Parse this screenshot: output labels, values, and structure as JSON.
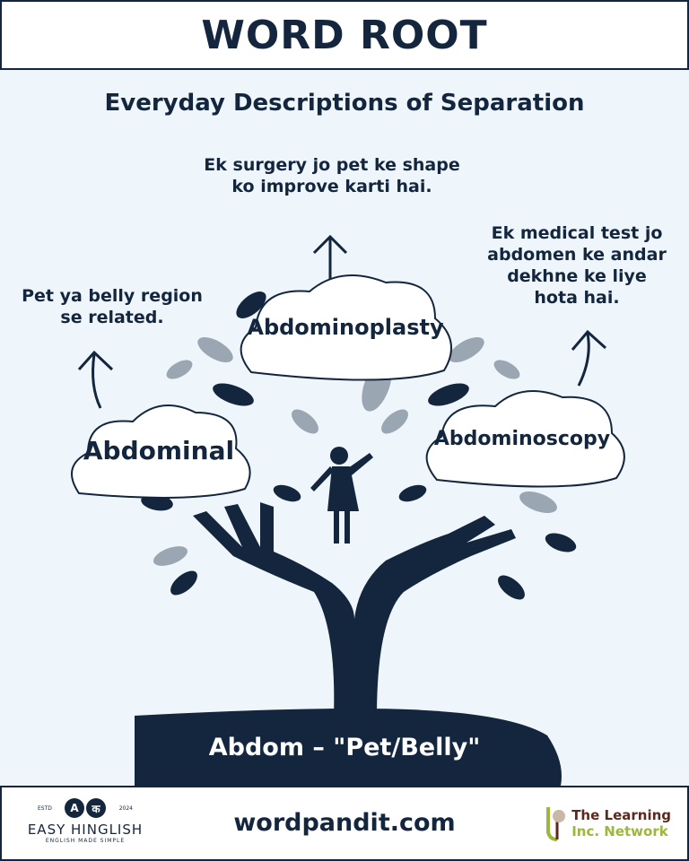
{
  "header": {
    "title": "WORD ROOT"
  },
  "subtitle": "Everyday Descriptions of Separation",
  "words": [
    {
      "word": "Abdominal",
      "meaning_lines": [
        "Pet ya belly region",
        "se related."
      ]
    },
    {
      "word": "Abdominoplasty",
      "meaning_lines": [
        "Ek surgery jo pet ke shape",
        "ko improve karti hai."
      ]
    },
    {
      "word": "Abdominoscopy",
      "meaning_lines": [
        "Ek medical test jo",
        "abdomen ke andar",
        "dekhne ke liye",
        "hota hai."
      ]
    }
  ],
  "root": "Abdom – \"Pet/Belly\"",
  "footer": {
    "left_logo": {
      "estd": "ESTD",
      "year": "2024",
      "glyph_a": "A",
      "glyph_k": "क",
      "name": "EASY HINGLISH",
      "tagline": "ENGLISH MADE SIMPLE"
    },
    "site": "wordpandit.com",
    "right_logo": {
      "line1": "The Learning",
      "line2": "Inc. Network"
    }
  },
  "colors": {
    "navy": "#13263d",
    "background": "#eef5fb",
    "leaf_gray": "#9aa6b2"
  }
}
